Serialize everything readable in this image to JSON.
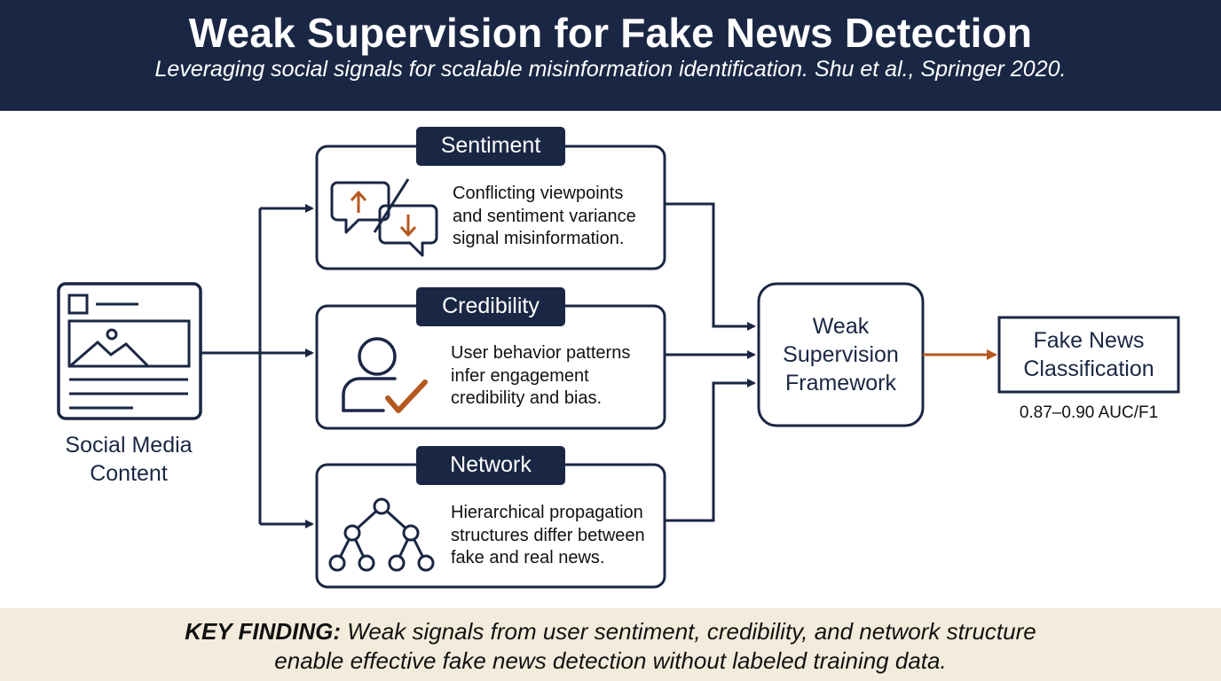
{
  "header": {
    "title": "Weak Supervision for Fake News Detection",
    "subtitle": "Leveraging social signals for scalable misinformation identification. Shu et al., Springer 2020."
  },
  "source": {
    "label_line1": "Social Media",
    "label_line2": "Content"
  },
  "signals": [
    {
      "tag": "Sentiment",
      "text": [
        "Conflicting viewpoints",
        "and sentiment variance",
        "signal misinformation."
      ],
      "icon": "sentiment-icon"
    },
    {
      "tag": "Credibility",
      "text": [
        "User behavior patterns",
        "infer engagement",
        "credibility and bias."
      ],
      "icon": "user-check-icon"
    },
    {
      "tag": "Network",
      "text": [
        "Hierarchical propagation",
        "structures differ between",
        "fake and real news."
      ],
      "icon": "network-tree-icon"
    }
  ],
  "framework": {
    "line1": "Weak",
    "line2": "Supervision",
    "line3": "Framework"
  },
  "output": {
    "line1": "Fake News",
    "line2": "Classification",
    "metric": "0.87–0.90 AUC/F1"
  },
  "footer": {
    "lead": "KEY FINDING:",
    "line1_rest": " Weak signals from user sentiment, credibility, and network structure",
    "line2": "enable effective fake news detection without labeled training data."
  },
  "colors": {
    "navy": "#1a2744",
    "accent": "#b5581f",
    "footer_bg": "#f3ecdc"
  }
}
